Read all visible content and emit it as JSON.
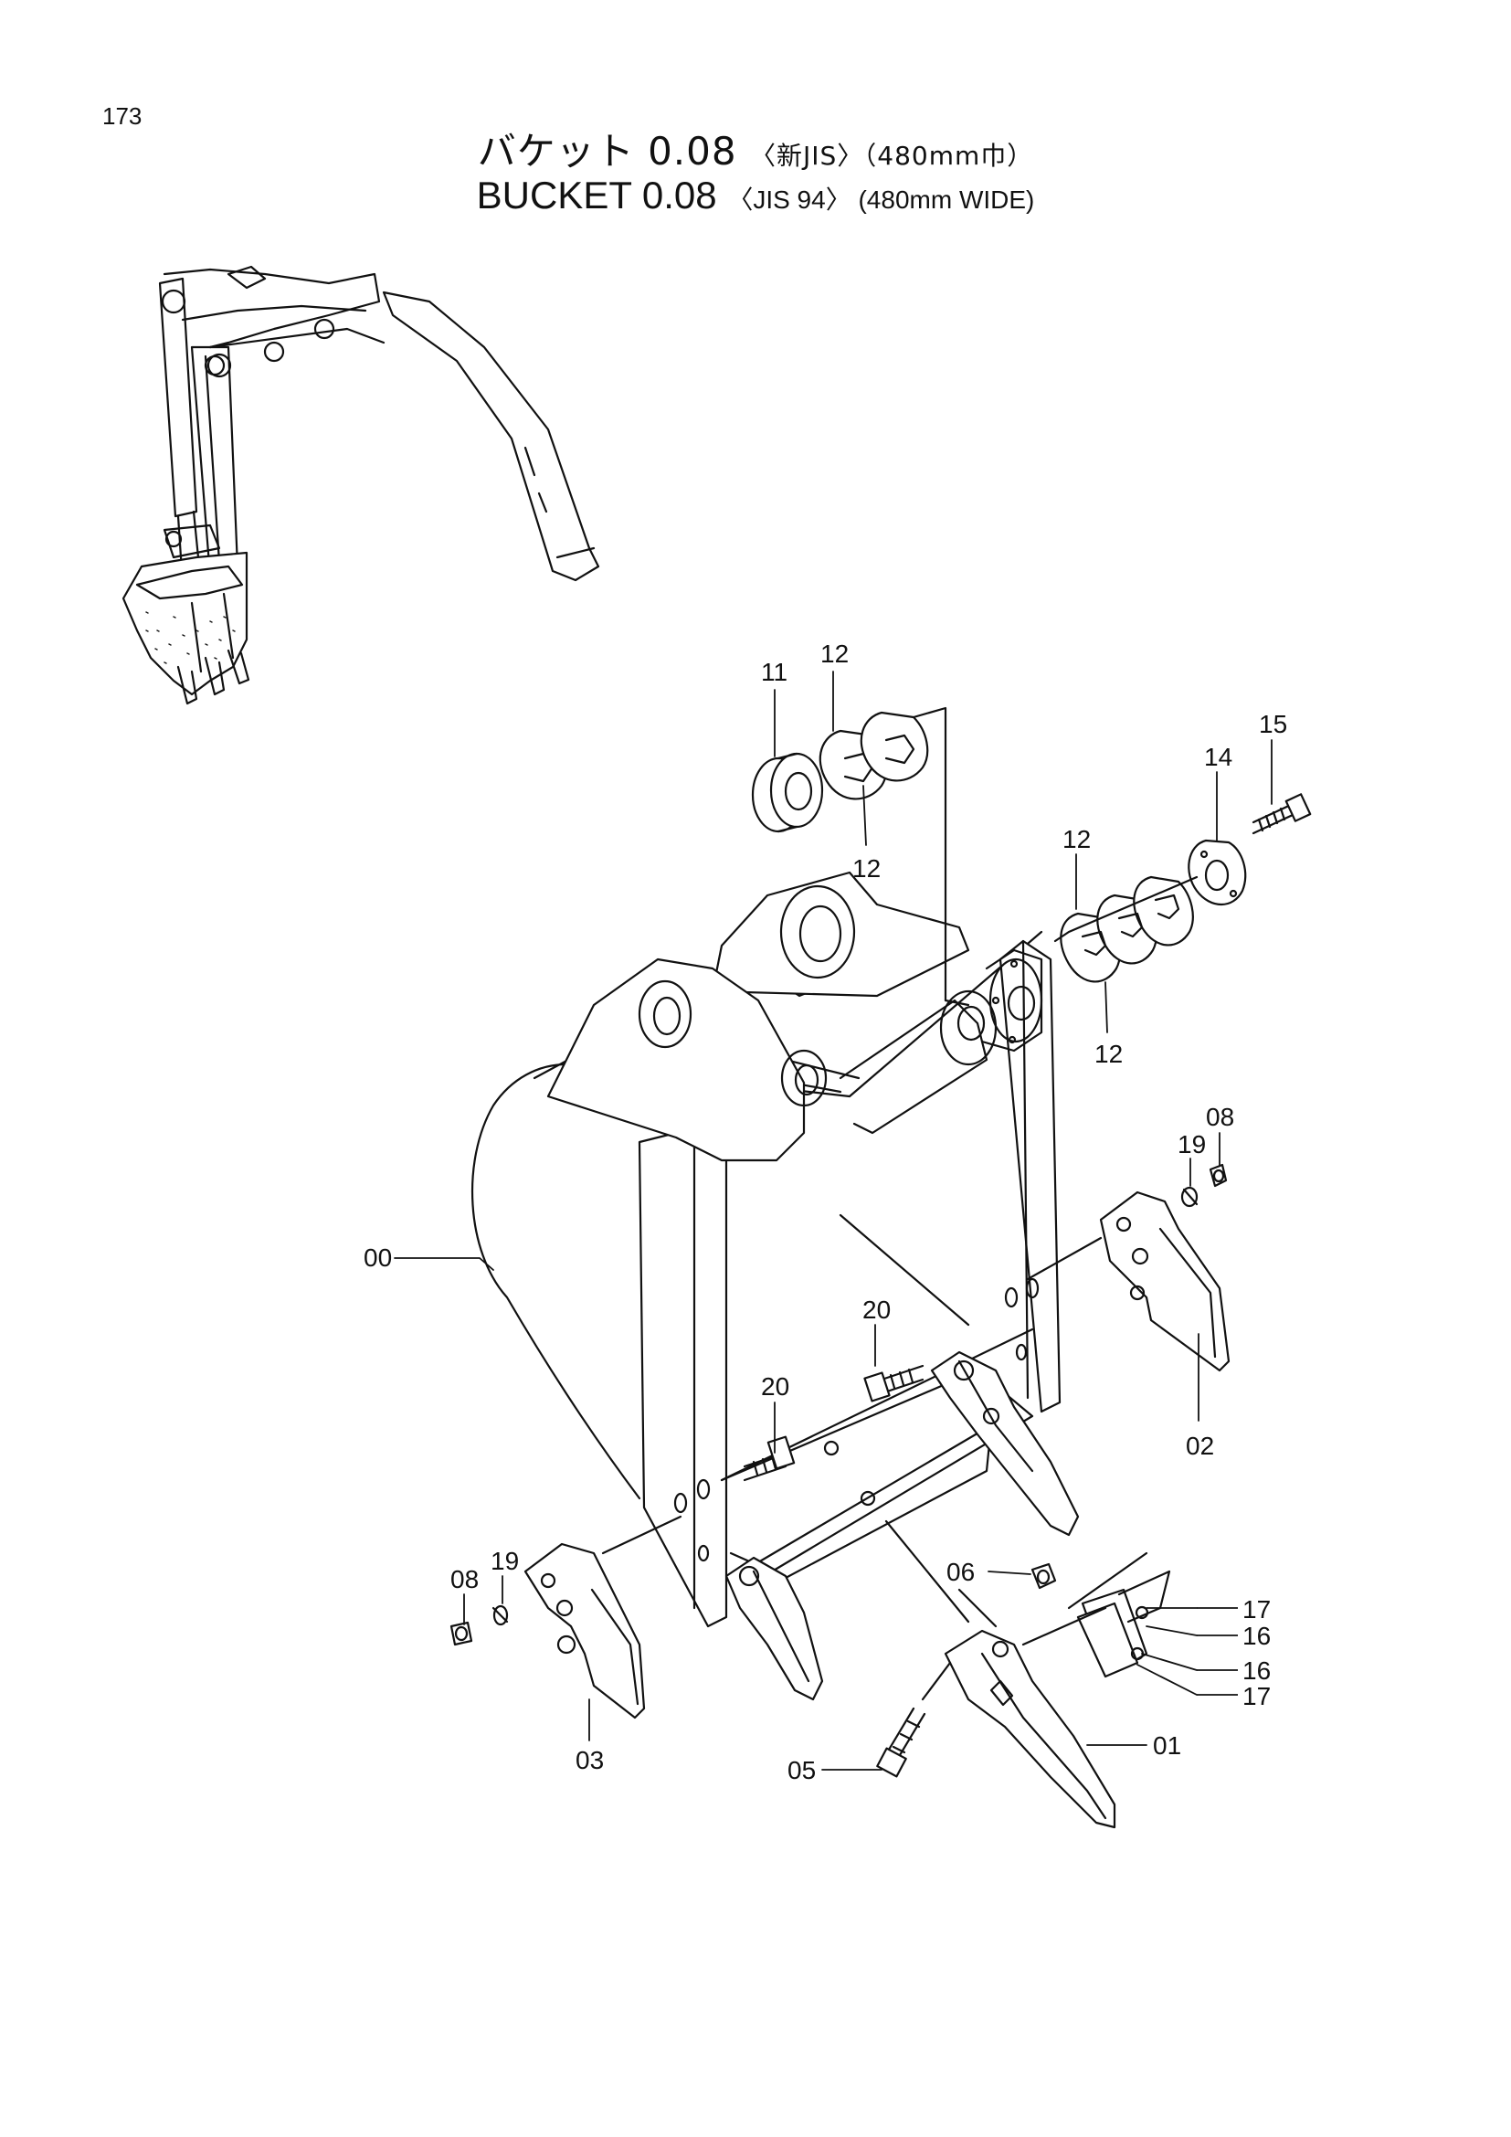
{
  "page": {
    "number": "173"
  },
  "title": {
    "jp_main": "バケット 0.08",
    "jp_sub": "〈新JIS〉（480mm巾）",
    "en_main": "BUCKET 0.08",
    "en_sub": "〈JIS 94〉 (480mm WIDE)"
  },
  "callouts": [
    {
      "id": "c11",
      "text": "11"
    },
    {
      "id": "c12a",
      "text": "12"
    },
    {
      "id": "c12b",
      "text": "12"
    },
    {
      "id": "c12c",
      "text": "12"
    },
    {
      "id": "c12d",
      "text": "12"
    },
    {
      "id": "c14",
      "text": "14"
    },
    {
      "id": "c15",
      "text": "15"
    },
    {
      "id": "c19a",
      "text": "19"
    },
    {
      "id": "c08a",
      "text": "08"
    },
    {
      "id": "c00",
      "text": "00"
    },
    {
      "id": "c20a",
      "text": "20"
    },
    {
      "id": "c20b",
      "text": "20"
    },
    {
      "id": "c02",
      "text": "02"
    },
    {
      "id": "c08b",
      "text": "08"
    },
    {
      "id": "c19b",
      "text": "19"
    },
    {
      "id": "c06",
      "text": "06"
    },
    {
      "id": "c17a",
      "text": "17"
    },
    {
      "id": "c16a",
      "text": "16"
    },
    {
      "id": "c16b",
      "text": "16"
    },
    {
      "id": "c17b",
      "text": "17"
    },
    {
      "id": "c03",
      "text": "03"
    },
    {
      "id": "c05",
      "text": "05"
    },
    {
      "id": "c01",
      "text": "01"
    }
  ],
  "colors": {
    "ink": "#111111",
    "paper": "#ffffff"
  }
}
